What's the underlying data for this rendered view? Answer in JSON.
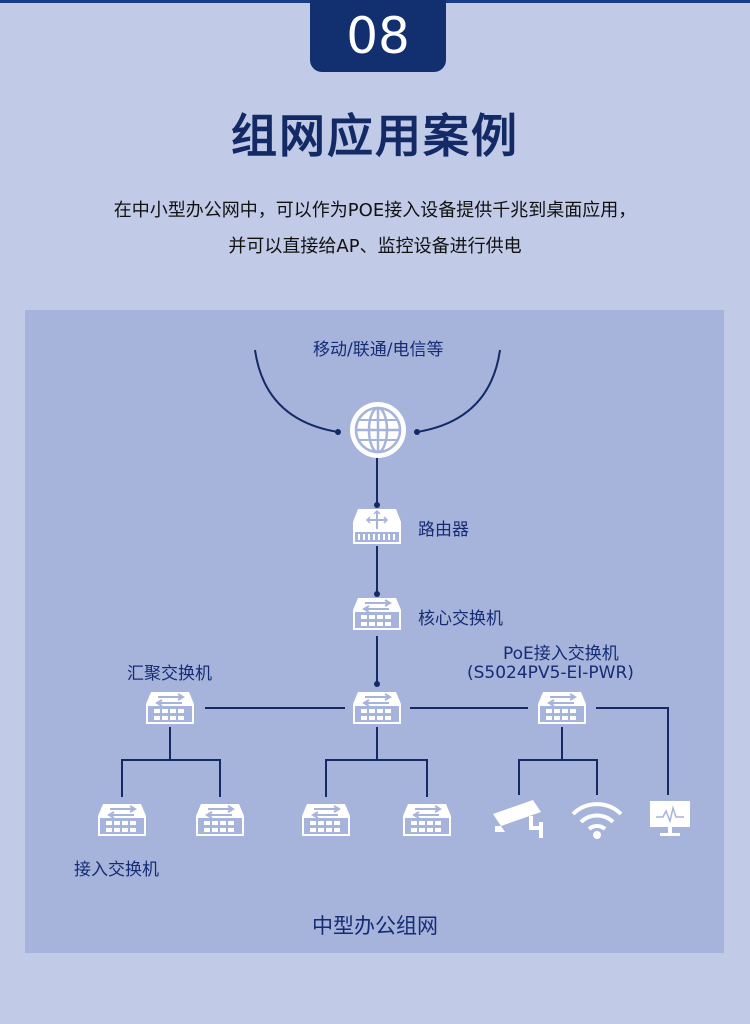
{
  "badge": {
    "number": "08"
  },
  "title": "组网应用案例",
  "description": {
    "line1": "在中小型办公网中，可以作为POE接入设备提供千兆到桌面应用，",
    "line2": "并可以直接给AP、监控设备进行供电"
  },
  "diagram": {
    "isp_label": "移动/联通/电信等",
    "router_label": "路由器",
    "core_label": "核心交换机",
    "aggregation_label": "汇聚交换机",
    "poe_switch_label": "PoE接入交换机",
    "poe_switch_model": "(S5024PV5-EI-PWR)",
    "access_label": "接入交换机",
    "caption": "中型办公组网",
    "colors": {
      "line": "#132a66",
      "icon": "#ffffff",
      "text": "#152c75"
    }
  }
}
